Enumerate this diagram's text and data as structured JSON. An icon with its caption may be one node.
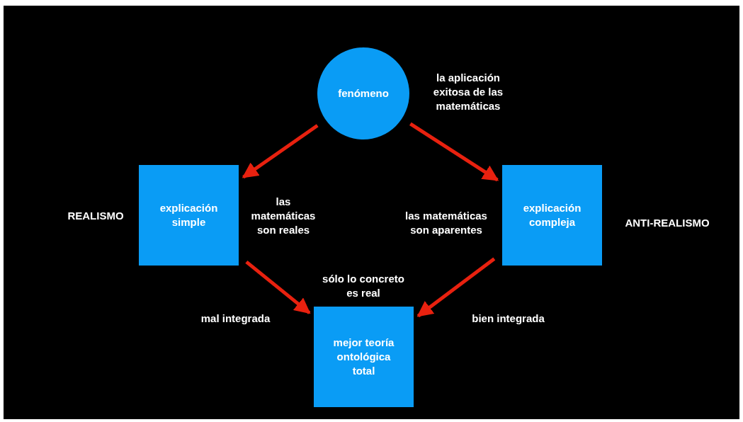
{
  "diagram": {
    "nodes": [
      {
        "text": [
          "fenómeno"
        ]
      },
      {
        "text": [
          "explicación simple"
        ]
      },
      {
        "text": [
          "explicación compleja"
        ]
      },
      {
        "text": [
          "mejor teoría ontológica total"
        ]
      }
    ],
    "edges": [
      {
        "from": 0,
        "to": 1,
        "arrow": "to"
      },
      {
        "from": 0,
        "to": 2,
        "arrow": "to"
      },
      {
        "from": 1,
        "to": 3,
        "arrow": "to"
      },
      {
        "from": 2,
        "to": 3,
        "arrow": "to"
      }
    ],
    "labels": [
      "la aplicación exitosa de las matemáticas",
      "REALISMO",
      "las matemáticas son reales",
      "las matemáticas son aparentes",
      "ANTI-REALISMO",
      "sólo lo concreto es real",
      "mal integrada",
      "bien integrada"
    ]
  }
}
